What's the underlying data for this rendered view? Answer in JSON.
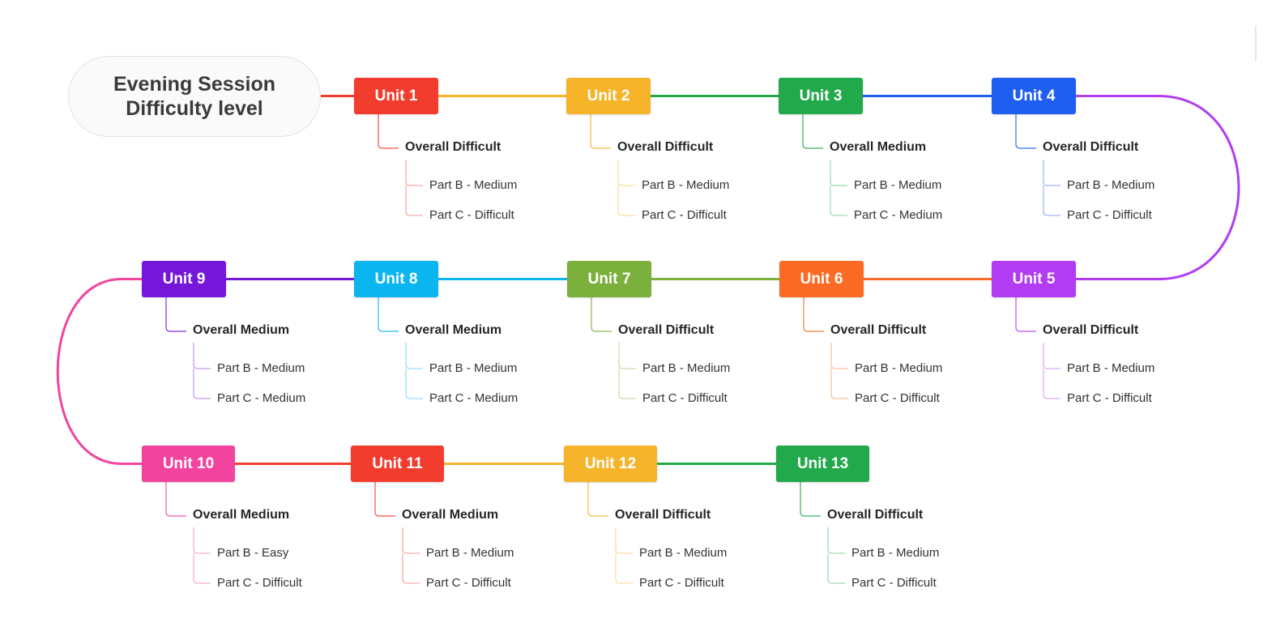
{
  "root": {
    "line1": "Evening Session",
    "line2": "Difficulty level"
  },
  "units": [
    {
      "label": "Unit 1",
      "color": "#f23d2e",
      "overall": "Overall Difficult",
      "parts": [
        "Part B - Medium",
        "Part C - Difficult"
      ]
    },
    {
      "label": "Unit 2",
      "color": "#f5b42a",
      "overall": "Overall Difficult",
      "parts": [
        "Part B - Medium",
        "Part C - Difficult"
      ]
    },
    {
      "label": "Unit 3",
      "color": "#22a94b",
      "overall": "Overall Medium",
      "parts": [
        "Part B - Medium",
        "Part C - Medium"
      ]
    },
    {
      "label": "Unit 4",
      "color": "#1f5ef0",
      "overall": "Overall Difficult",
      "parts": [
        "Part B - Medium",
        "Part C - Difficult"
      ]
    },
    {
      "label": "Unit 5",
      "color": "#b13cf2",
      "overall": "Overall Difficult",
      "parts": [
        "Part B - Medium",
        "Part C - Difficult"
      ]
    },
    {
      "label": "Unit 6",
      "color": "#fb6b25",
      "overall": "Overall Difficult",
      "parts": [
        "Part B - Medium",
        "Part C - Difficult"
      ]
    },
    {
      "label": "Unit 7",
      "color": "#7bb03c",
      "overall": "Overall Difficult",
      "parts": [
        "Part B - Medium",
        "Part C - Difficult"
      ]
    },
    {
      "label": "Unit 8",
      "color": "#0bb6f0",
      "overall": "Overall Medium",
      "parts": [
        "Part B - Medium",
        "Part C - Medium"
      ]
    },
    {
      "label": "Unit 9",
      "color": "#7417db",
      "overall": "Overall Medium",
      "parts": [
        "Part B - Medium",
        "Part C - Medium"
      ]
    },
    {
      "label": "Unit 10",
      "color": "#f2449e",
      "overall": "Overall Medium",
      "parts": [
        "Part B - Easy",
        "Part C - Difficult"
      ]
    },
    {
      "label": "Unit 11",
      "color": "#f23d2e",
      "overall": "Overall Medium",
      "parts": [
        "Part B - Medium",
        "Part C - Difficult"
      ]
    },
    {
      "label": "Unit 12",
      "color": "#f5b42a",
      "overall": "Overall Difficult",
      "parts": [
        "Part B - Medium",
        "Part C - Difficult"
      ]
    },
    {
      "label": "Unit 13",
      "color": "#22a94b",
      "overall": "Overall Difficult",
      "parts": [
        "Part B - Medium",
        "Part C - Difficult"
      ]
    }
  ]
}
